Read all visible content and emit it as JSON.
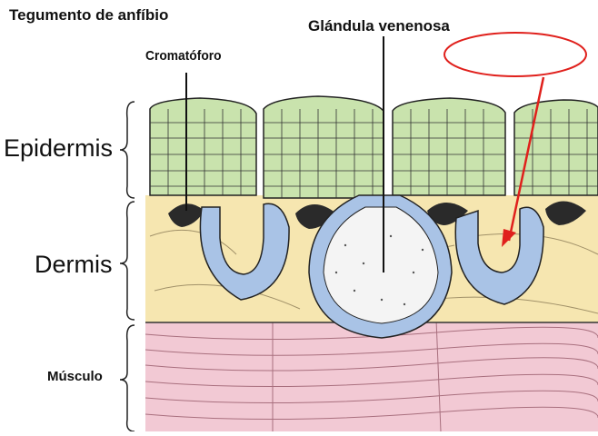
{
  "title": "Tegumento de anfíbio",
  "labels": {
    "glandula": "Glándula venenosa",
    "cromatoforo": "Cromatóforo",
    "epidermis": "Epidermis",
    "dermis": "Dermis",
    "musculo": "Músculo"
  },
  "colors": {
    "epidermis": "#c9e3ad",
    "dermis": "#f6e6b0",
    "musculo": "#f2c9d4",
    "gland_cells": "#a9c3e6",
    "highlight": "#e0201c"
  }
}
